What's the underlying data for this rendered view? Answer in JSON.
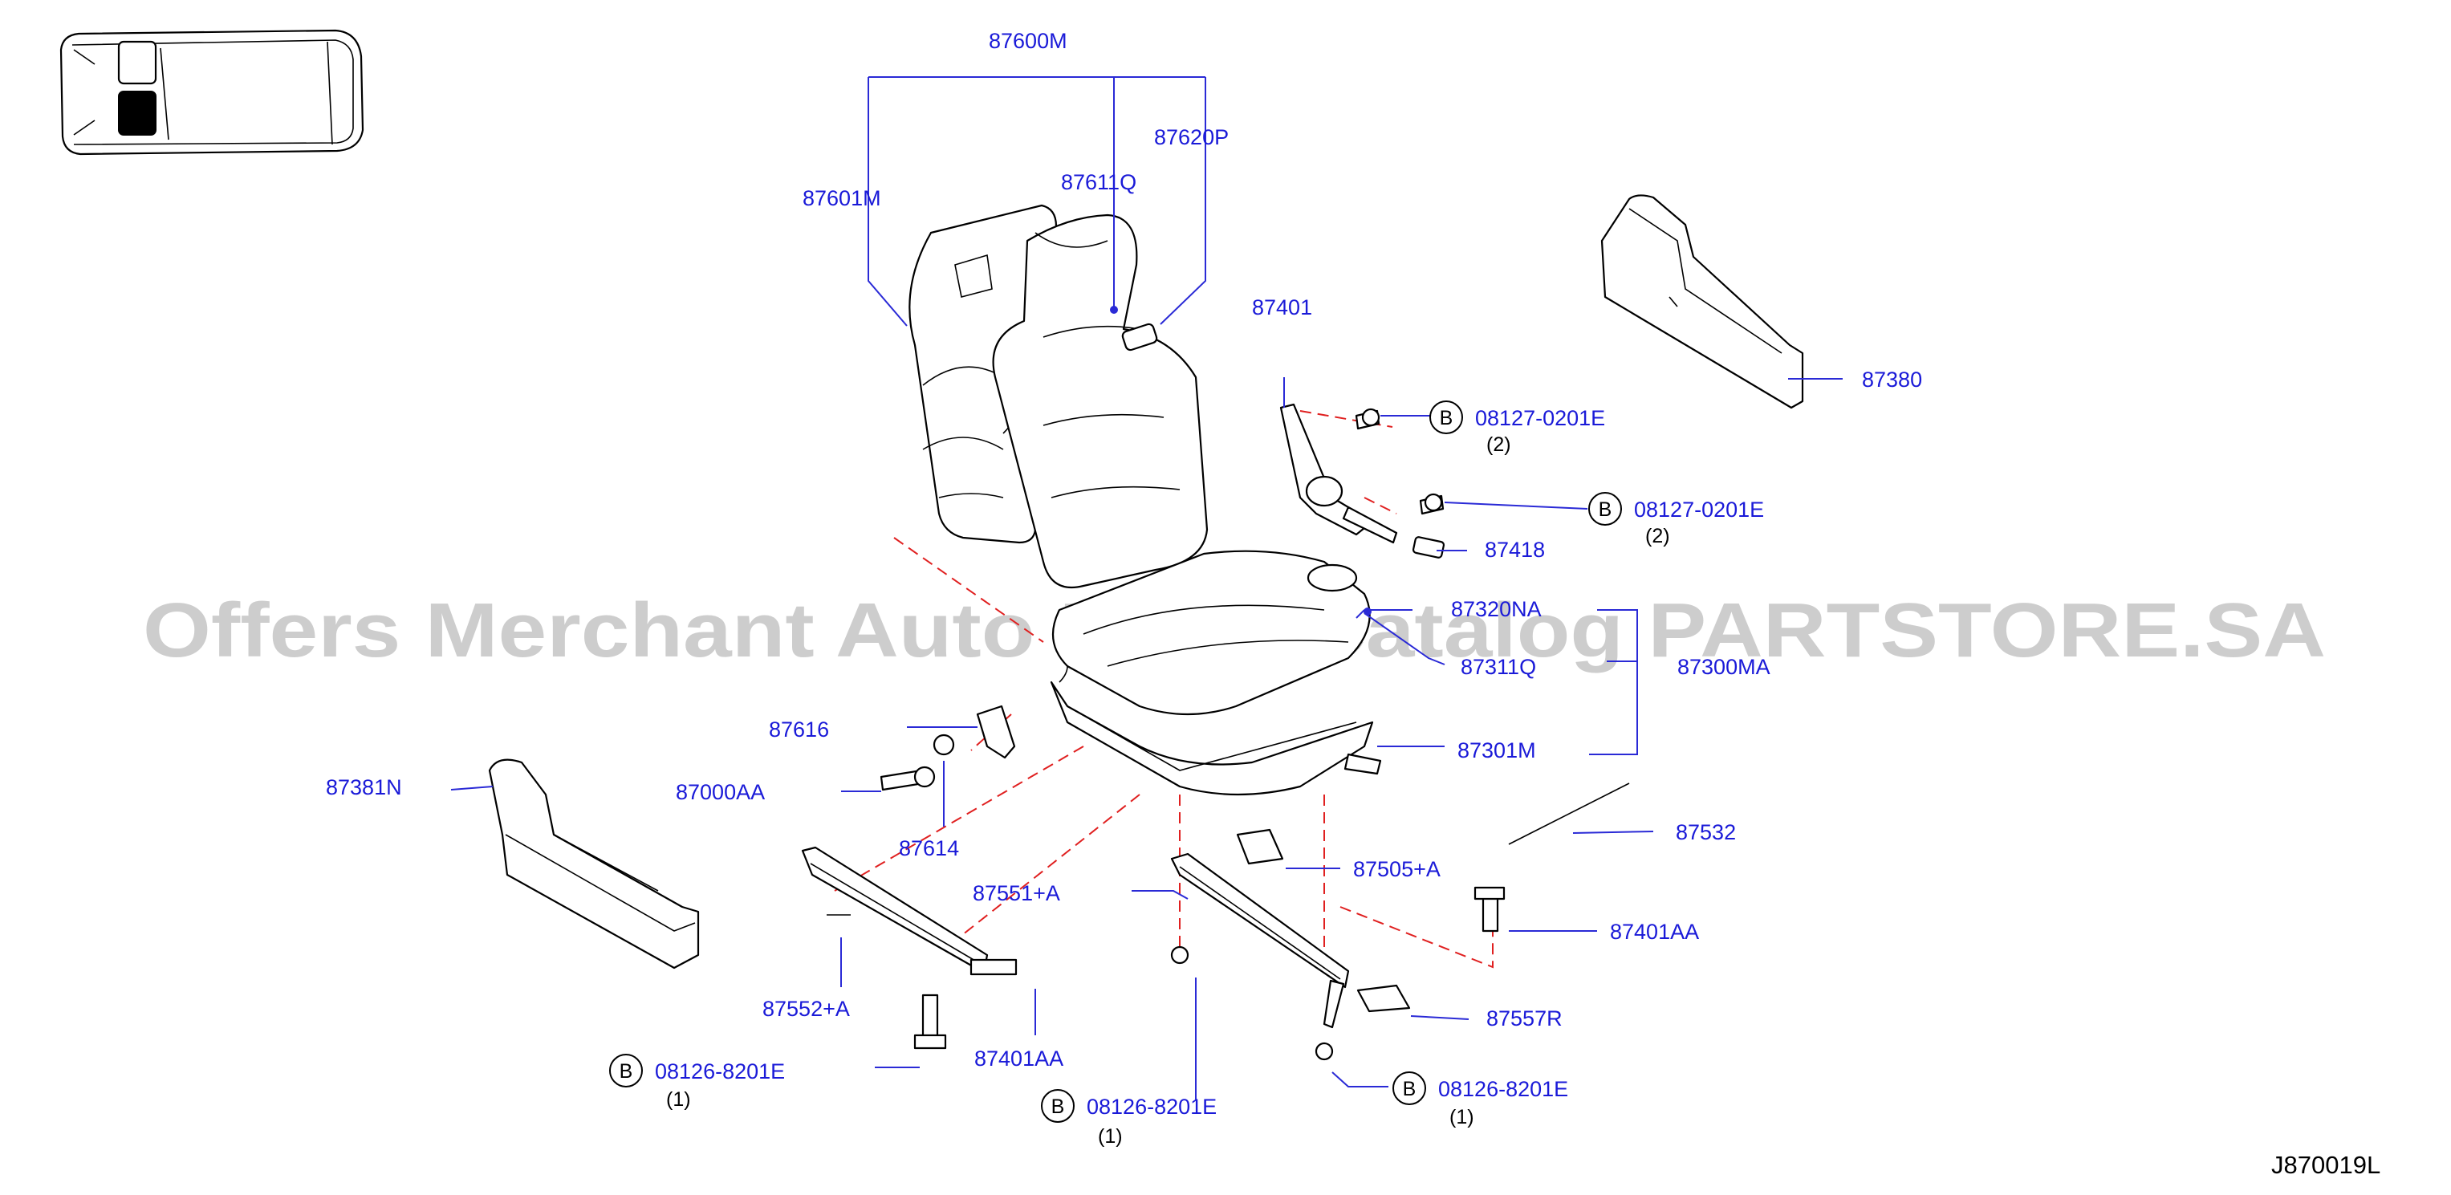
{
  "watermark": "Offers Merchant Auto Parts Catalog PARTSTORE.SA",
  "diagram_code": "J870019L",
  "callouts": {
    "c87600M": "87600M",
    "c87620P": "87620P",
    "c87611Q": "87611Q",
    "c87601M": "87601M",
    "c87401": "87401",
    "c87380": "87380",
    "c87418": "87418",
    "c87320NA": "87320NA",
    "c87311Q": "87311Q",
    "c87300MA": "87300MA",
    "c87301M": "87301M",
    "c87616": "87616",
    "c87381N": "87381N",
    "c87000AA": "87000AA",
    "c87614": "87614",
    "c87532": "87532",
    "c87505A": "87505+A",
    "c87551A": "87551+A",
    "c87401AA_a": "87401AA",
    "c87552A": "87552+A",
    "c87557R": "87557R",
    "c87401AA_b": "87401AA"
  },
  "bolts": [
    {
      "badge": "B",
      "part": "08127-0201E",
      "qty": "(2)"
    },
    {
      "badge": "B",
      "part": "08127-0201E",
      "qty": "(2)"
    },
    {
      "badge": "B",
      "part": "08126-8201E",
      "qty": "(1)"
    },
    {
      "badge": "B",
      "part": "08126-8201E",
      "qty": "(1)"
    },
    {
      "badge": "B",
      "part": "08126-8201E",
      "qty": "(1)"
    }
  ],
  "colors": {
    "callout": "#1a1ad8",
    "leader": "#2a2ad6",
    "phantom": "#e02020",
    "watermark": "#bdbdbd"
  }
}
